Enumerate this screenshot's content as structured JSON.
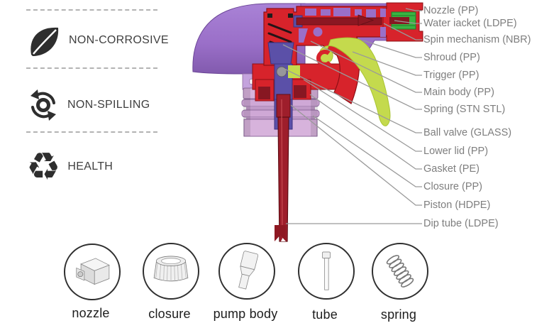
{
  "features": {
    "items": [
      {
        "icon": "leaf-icon",
        "label": "NON-CORROSIVE"
      },
      {
        "icon": "rotate-arrows-icon",
        "label": "NON-SPILLING"
      },
      {
        "icon": "recycle-icon",
        "label": "HEALTH"
      }
    ]
  },
  "glyphs": {
    "recycle": "♻"
  },
  "diagram": {
    "labels": [
      {
        "part": "nozzle",
        "text": "Nozzle (PP)"
      },
      {
        "part": "water-jacket",
        "text": "Water iacket (LDPE)"
      },
      {
        "part": "spin-mechanism",
        "text": "Spin mechanism (NBR)"
      },
      {
        "part": "shroud",
        "text": "Shroud (PP)"
      },
      {
        "part": "trigger",
        "text": "Trigger (PP)"
      },
      {
        "part": "main-body",
        "text": "Main body (PP)"
      },
      {
        "part": "spring",
        "text": "Spring (STN STL)"
      },
      {
        "part": "ball-valve",
        "text": "Ball valve (GLASS)"
      },
      {
        "part": "lower-lid",
        "text": "Lower lid (PP)"
      },
      {
        "part": "gasket",
        "text": "Gasket (PE)"
      },
      {
        "part": "closure",
        "text": "Closure (PP)"
      },
      {
        "part": "piston",
        "text": "Piston (HDPE)"
      },
      {
        "part": "dip-tube",
        "text": "Dip tube (LDPE)"
      }
    ]
  },
  "gallery": {
    "items": [
      {
        "label": "nozzle"
      },
      {
        "label": "closure"
      },
      {
        "label": "pump body"
      },
      {
        "label": "tube"
      },
      {
        "label": "spring"
      }
    ]
  },
  "colors": {
    "shroud_purple": "#9a6fc8",
    "body_red": "#d7232b",
    "dark_red": "#871722",
    "trigger_green": "#c4da4d",
    "nozzle_green": "#3ab442",
    "piston_blue": "#5b50a8",
    "closure_pink": "#d7b3dc",
    "dip_tube_red": "#9e1e2b",
    "ribbon_red": "#8e1722",
    "leader_line_gray": "#9a9a9a",
    "label_gray": "#7e7e7e"
  }
}
